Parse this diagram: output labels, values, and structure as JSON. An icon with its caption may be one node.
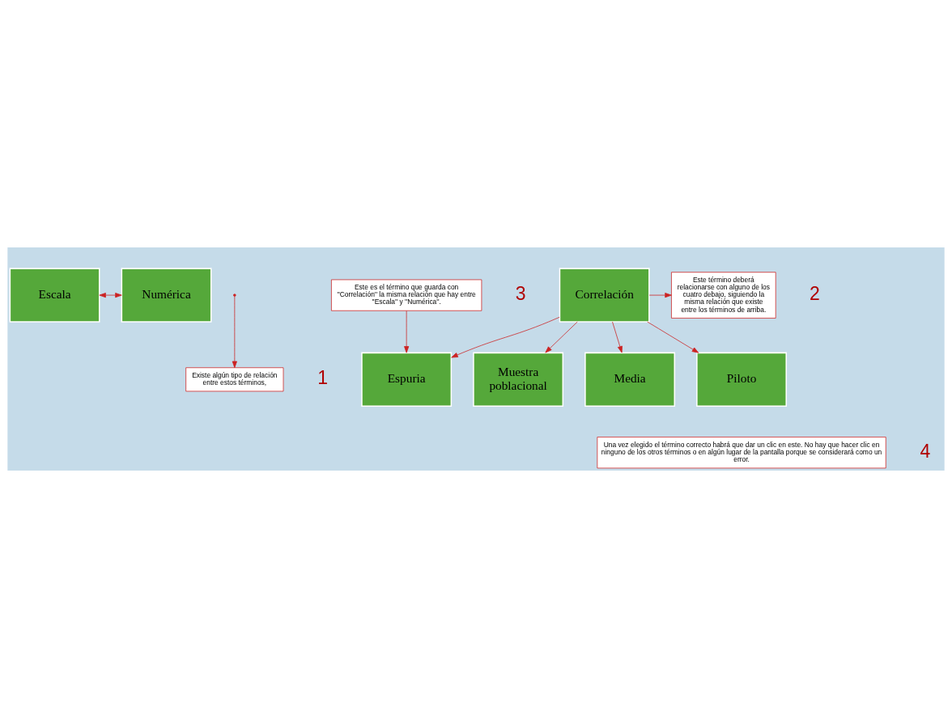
{
  "diagram": {
    "nodes": [
      {
        "text": [
          "Escala"
        ]
      },
      {
        "text": [
          "Numérica"
        ]
      },
      {
        "text": [
          "Existe algún tipo de relación entre estos términos,"
        ],
        "beside": [
          "1"
        ]
      },
      {
        "text": [
          "Correlación"
        ]
      },
      {
        "text": [
          "Este término deberá relacionarse con alguno de los cuatro debajo, siguiendo la misma relación que existe entre los términos de arriba."
        ],
        "beside": [
          "2"
        ]
      },
      {
        "text": [
          "Este es el término que guarda con ''Correlación'' la misma relación que hay entre ''Escala'' y ''Numérica''."
        ],
        "beside": [
          "3"
        ]
      },
      {
        "text": [
          "Espuria"
        ]
      },
      {
        "text": [
          "Muestra poblacional"
        ]
      },
      {
        "text": [
          "Media"
        ]
      },
      {
        "text": [
          "Piloto"
        ]
      },
      {
        "text": [
          "Una vez elegido el término correcto habrá que dar un clic en este. No hay que hacer clic en ninguno de los otros términos o en algún lugar de la pantalla porque se considerará como un error."
        ],
        "beside": [
          "4"
        ]
      }
    ],
    "edges": [
      {
        "from": 0,
        "to": 1,
        "arrow": "both"
      },
      {
        "from": null,
        "to": 2,
        "arrow": "to"
      },
      {
        "from": 3,
        "to": 4,
        "arrow": "to"
      },
      {
        "from": 5,
        "to": 6,
        "arrow": "to"
      },
      {
        "from": 3,
        "to": 6,
        "arrow": "to"
      },
      {
        "from": 3,
        "to": 7,
        "arrow": "to"
      },
      {
        "from": 3,
        "to": 8,
        "arrow": "to"
      },
      {
        "from": 3,
        "to": 9,
        "arrow": "to"
      }
    ]
  }
}
